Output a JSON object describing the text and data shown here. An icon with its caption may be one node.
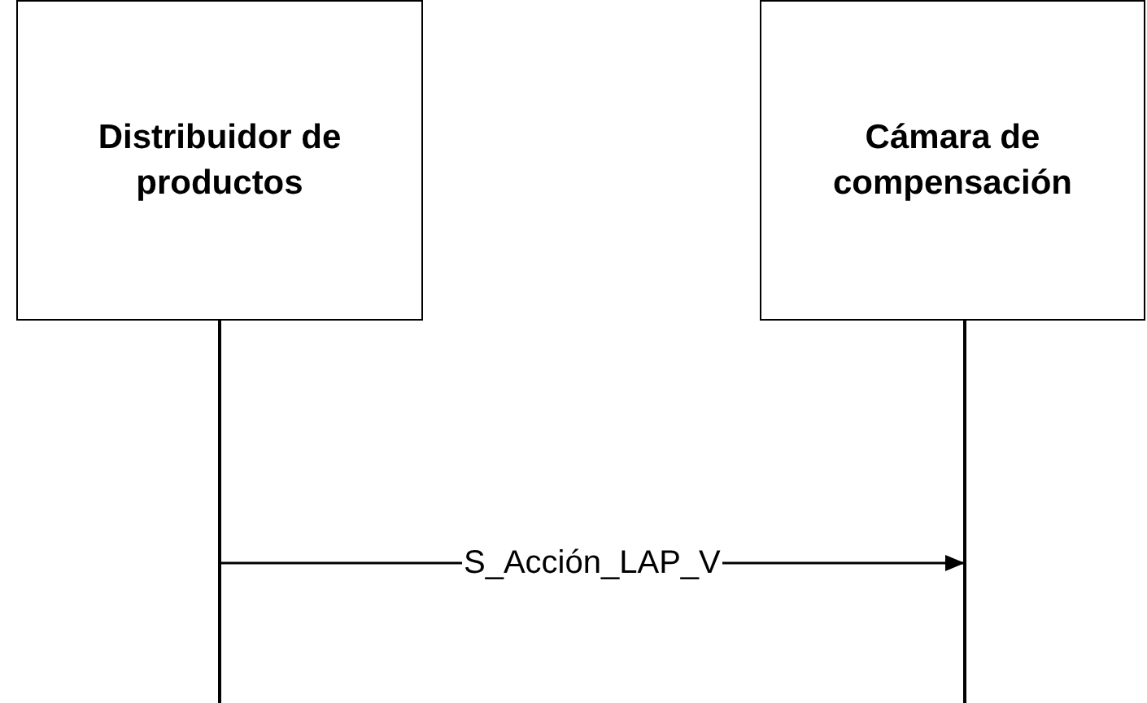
{
  "diagram": {
    "nodes": [
      {
        "text": [
          "Distribuidor de productos"
        ]
      },
      {
        "text": [
          "Cámara de compensación"
        ]
      },
      {
        "text": [],
        "shape": "line"
      },
      {
        "text": [],
        "shape": "line"
      }
    ],
    "edges": [
      {
        "from": 2,
        "to": 3,
        "arrow": "to",
        "label": "S_Acción_LAP_V"
      }
    ]
  }
}
